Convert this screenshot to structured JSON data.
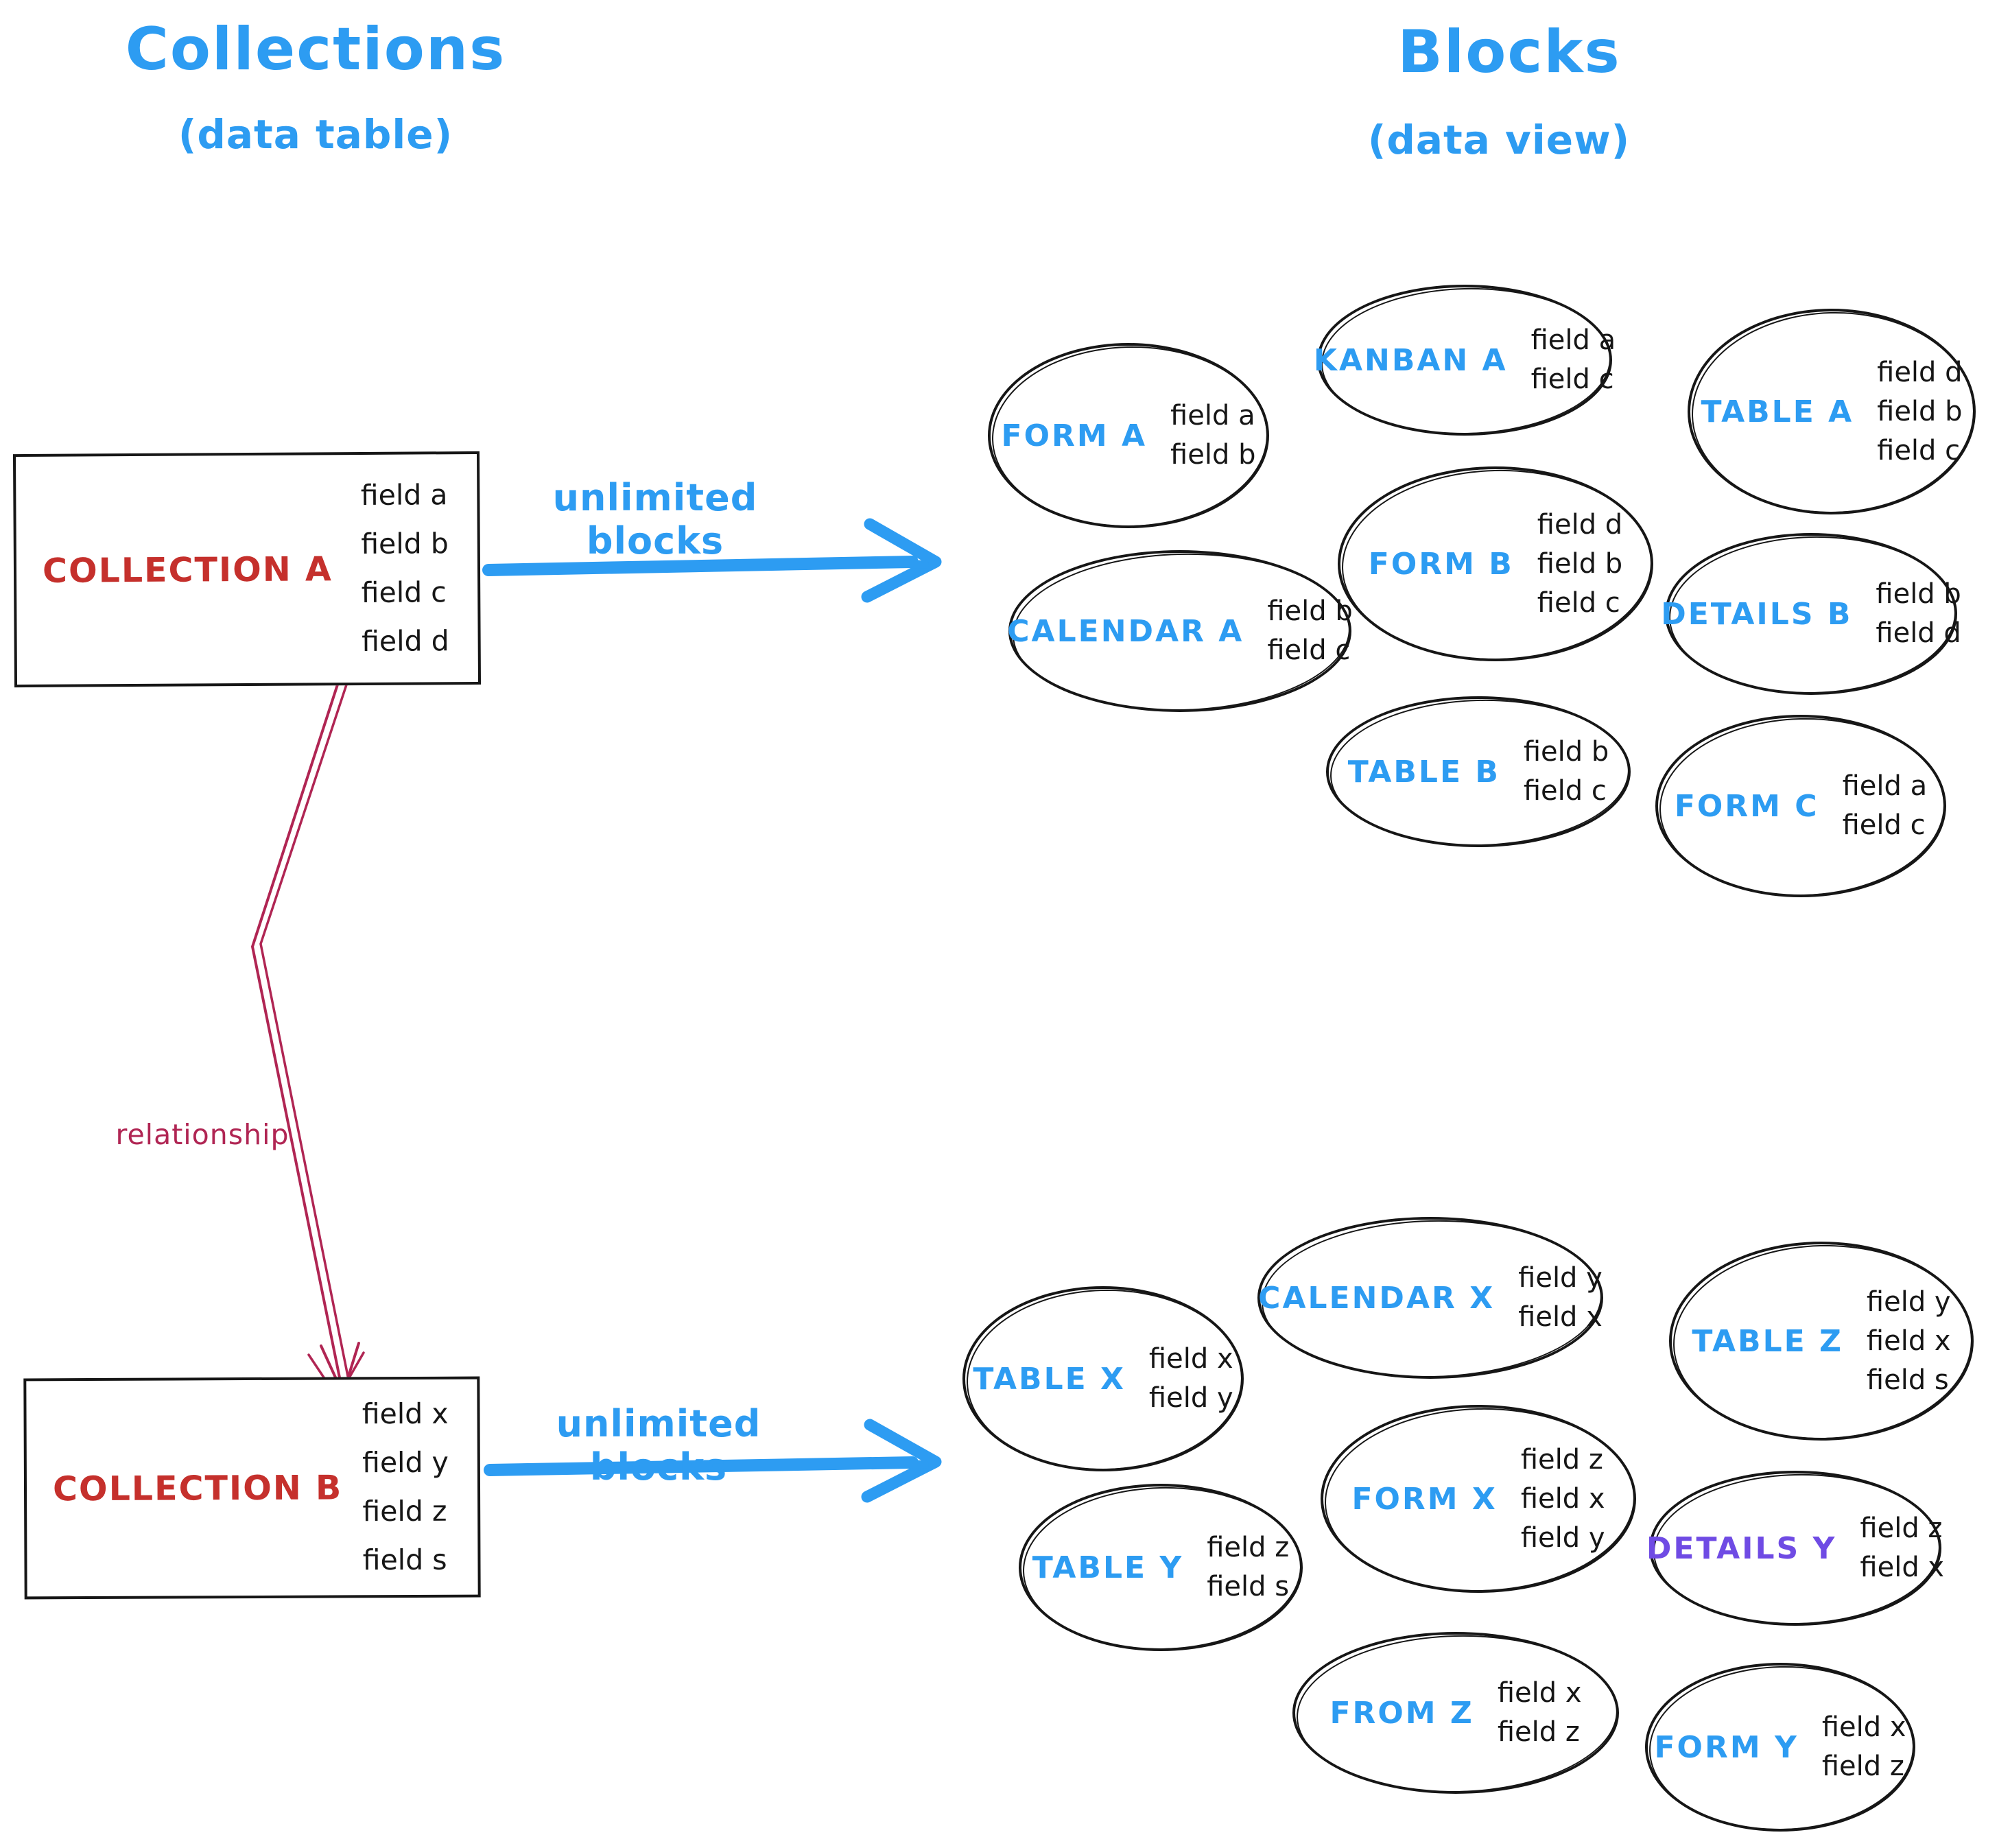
{
  "titles": {
    "left_title": "Collections",
    "left_subtitle": "(data table)",
    "right_title": "Blocks",
    "right_subtitle": "(data view)"
  },
  "collections": [
    {
      "name": "COLLECTION A",
      "fields": [
        "field a",
        "field b",
        "field c",
        "field d"
      ],
      "arrow_label": "unlimited blocks"
    },
    {
      "name": "COLLECTION B",
      "fields": [
        "field x",
        "field y",
        "field z",
        "field s"
      ],
      "arrow_label": "unlimited blocks"
    }
  ],
  "relationship_label": "relationship",
  "blocks_a": [
    {
      "name": "FORM A",
      "fields": [
        "field a",
        "field b"
      ]
    },
    {
      "name": "KANBAN A",
      "fields": [
        "field a",
        "field c"
      ]
    },
    {
      "name": "TABLE A",
      "fields": [
        "field d",
        "field b",
        "field c"
      ]
    },
    {
      "name": "CALENDAR A",
      "fields": [
        "field b",
        "field c"
      ]
    },
    {
      "name": "FORM B",
      "fields": [
        "field d",
        "field b",
        "field c"
      ]
    },
    {
      "name": "DETAILS B",
      "fields": [
        "field b",
        "field d"
      ]
    },
    {
      "name": "TABLE B",
      "fields": [
        "field b",
        "field c"
      ]
    },
    {
      "name": "FORM C",
      "fields": [
        "field a",
        "field c"
      ]
    }
  ],
  "blocks_b": [
    {
      "name": "TABLE X",
      "fields": [
        "field x",
        "field y"
      ]
    },
    {
      "name": "CALENDAR X",
      "fields": [
        "field y",
        "field x"
      ]
    },
    {
      "name": "TABLE Z",
      "fields": [
        "field y",
        "field x",
        "field s"
      ]
    },
    {
      "name": "FORM X",
      "fields": [
        "field z",
        "field x",
        "field y"
      ]
    },
    {
      "name": "TABLE Y",
      "fields": [
        "field z",
        "field s"
      ]
    },
    {
      "name": "DETAILS Y",
      "fields": [
        "field z",
        "field x"
      ]
    },
    {
      "name": "FROM Z",
      "fields": [
        "field x",
        "field z"
      ]
    },
    {
      "name": "FORM Y",
      "fields": [
        "field x",
        "field z"
      ]
    }
  ],
  "colors": {
    "blue": "#2d9cf2",
    "red": "#c5302c",
    "crimson": "#b02553",
    "purple": "#6f4be4",
    "ink": "#161616"
  }
}
